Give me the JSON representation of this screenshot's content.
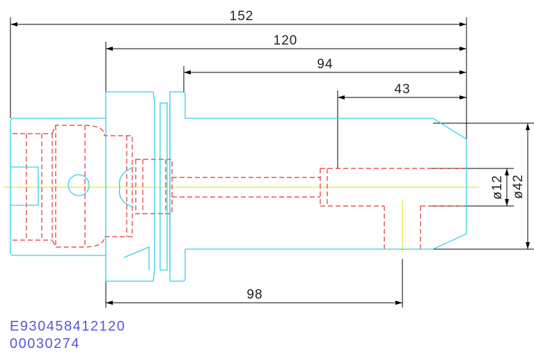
{
  "colors": {
    "outline": "#33d0e8",
    "hidden": "#e03030",
    "centerline": "#e0e000",
    "dimension": "#000000",
    "code_text": "#5555dd"
  },
  "dimensions": {
    "overall_length": "152",
    "flange_to_end": "120",
    "shank_length": "94",
    "bore_depth": "43",
    "flange_to_crosshole": "98",
    "bore_diameter": "ø12",
    "outer_diameter": "ø42"
  },
  "part_code": {
    "line1": "E930458412120",
    "line2": "00030274"
  }
}
